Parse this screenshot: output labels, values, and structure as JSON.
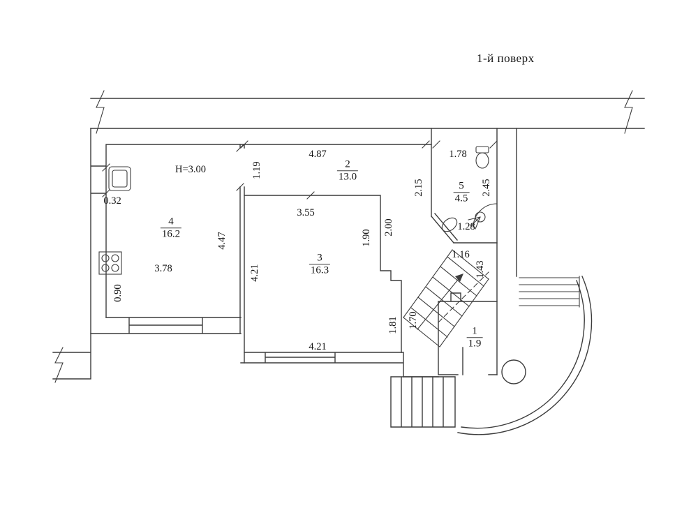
{
  "title": "1-й поверх",
  "colors": {
    "line": "#3c3c3c",
    "text": "#141414",
    "background": "#ffffff"
  },
  "rooms": [
    {
      "number": "4",
      "area": "16.2"
    },
    {
      "number": "2",
      "area": "13.0"
    },
    {
      "number": "3",
      "area": "16.3"
    },
    {
      "number": "5",
      "area": "4.5"
    },
    {
      "number": "1",
      "area": "1.9"
    }
  ],
  "dims": [
    {
      "text": "H=3.00"
    },
    {
      "text": "0.32"
    },
    {
      "text": "3.78"
    },
    {
      "text": "0.90"
    },
    {
      "text": "4.47"
    },
    {
      "text": "1.19"
    },
    {
      "text": "4.87"
    },
    {
      "text": "3.55"
    },
    {
      "text": "1.90"
    },
    {
      "text": "2.00"
    },
    {
      "text": "4.21"
    },
    {
      "text": "4.21"
    },
    {
      "text": "1.81"
    },
    {
      "text": "1.70"
    },
    {
      "text": "1.78"
    },
    {
      "text": "2.15"
    },
    {
      "text": "2.45"
    },
    {
      "text": "1.28"
    },
    {
      "text": "1.16"
    },
    {
      "text": "1.43"
    }
  ]
}
